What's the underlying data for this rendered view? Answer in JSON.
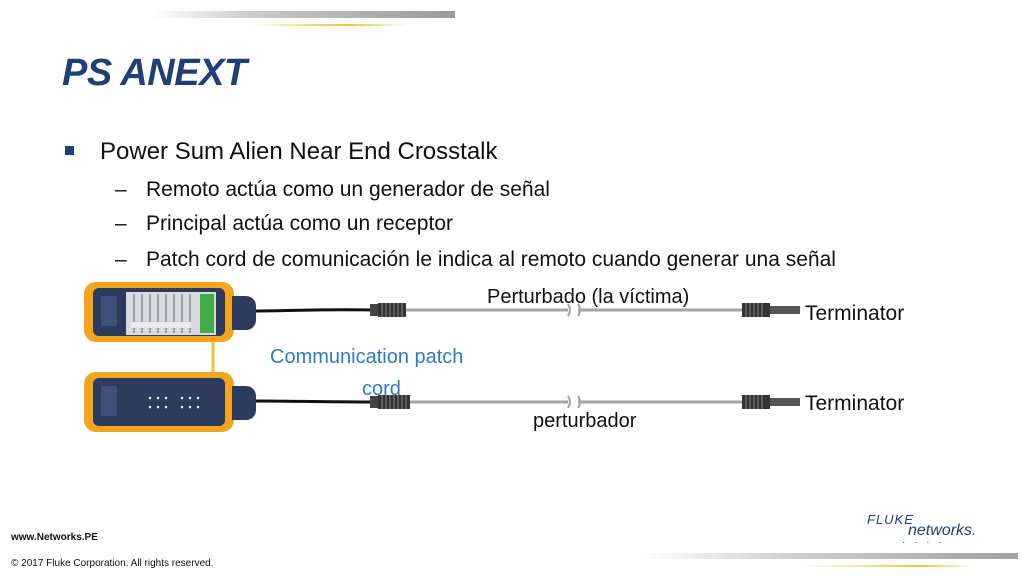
{
  "title": "PS ANEXT",
  "bullets": {
    "main": "Power Sum Alien Near End Crosstalk",
    "sub": [
      "Remoto actúa como un generador de señal",
      "Principal actúa como un receptor",
      "Patch cord de comunicación le indica al remoto cuando generar una señal"
    ],
    "dash": "–"
  },
  "diagram": {
    "upper_cable_label": "Perturbado (la víctima)",
    "lower_cable_label": "perturbador",
    "comm_label_line1": "Communication patch",
    "comm_label_line2": "cord",
    "terminator_top": "Terminator",
    "terminator_bottom": "Terminator"
  },
  "footer": {
    "website": "www.Networks.PE",
    "copyright": "© 2017 Fluke Corporation. All rights reserved."
  },
  "brand": {
    "line1": "FLUKE",
    "line2": "networks.",
    "dots": "· · · ·"
  },
  "colors": {
    "title": "#1f3f7a",
    "comm_label": "#2b7dc1",
    "device_shell": "#f3a51d",
    "device_panel": "#2c3b5e",
    "accent_gold": "#f2c230"
  },
  "icons": {
    "bullet": "square-bullet-icon",
    "device_top": "cable-tester-main-icon",
    "device_bottom": "cable-tester-remote-icon"
  }
}
